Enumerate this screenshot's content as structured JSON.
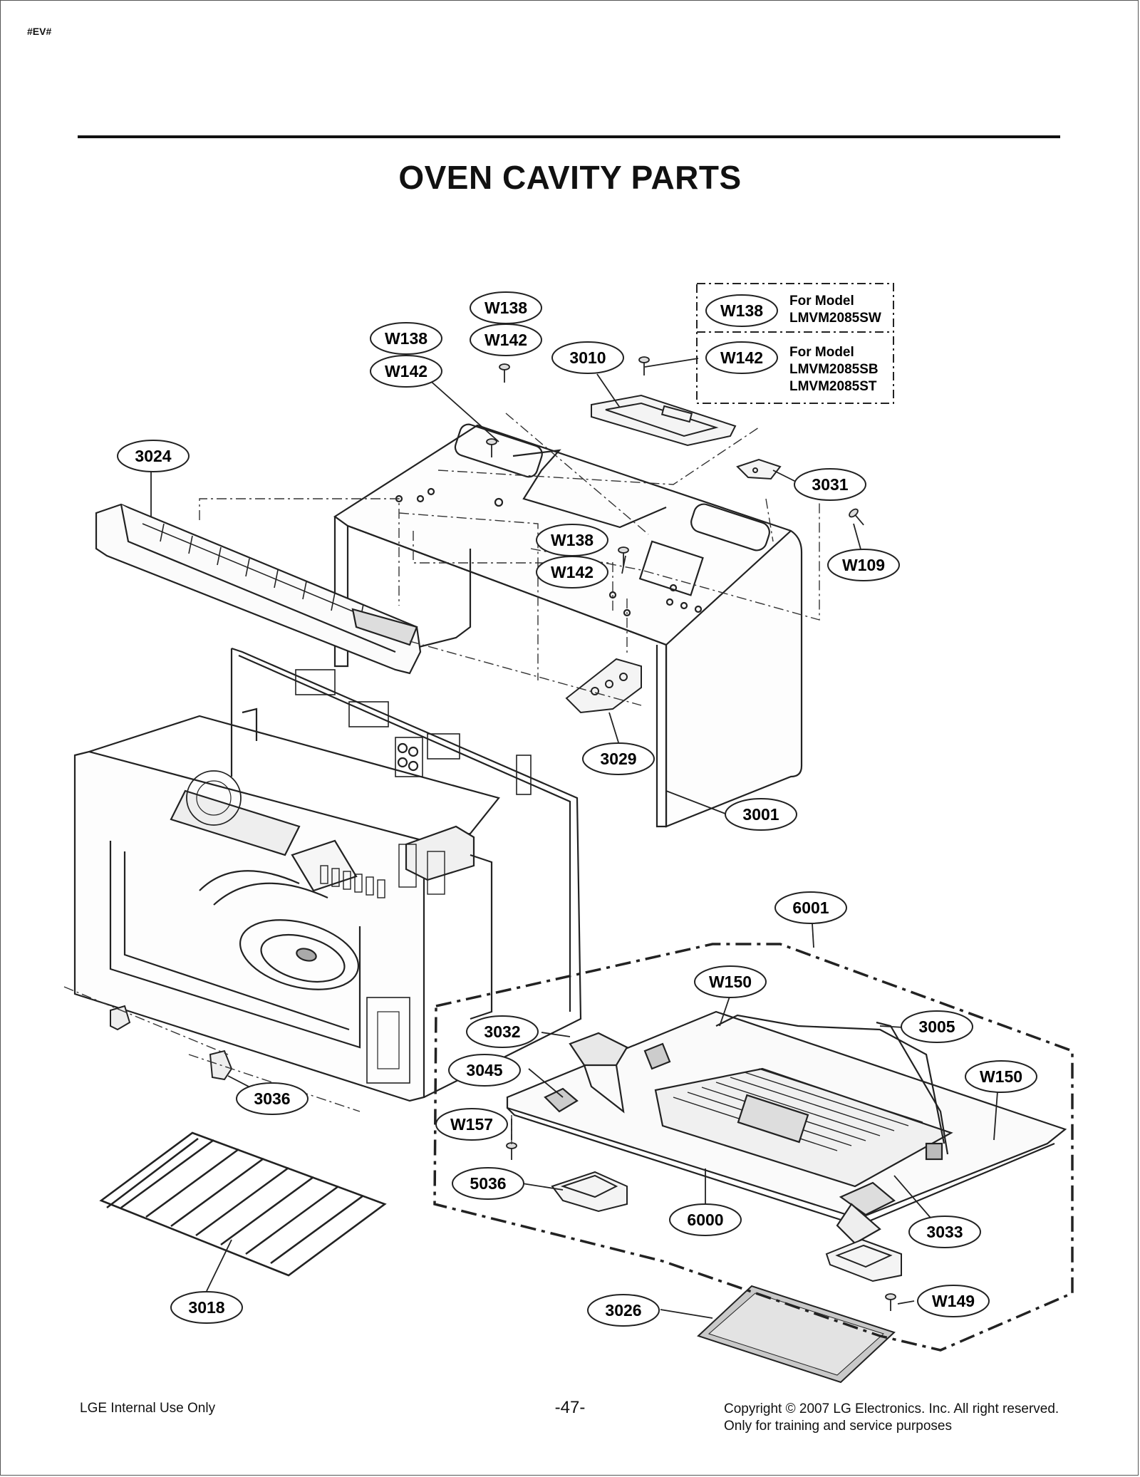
{
  "header": {
    "doc_tag": "#EV#",
    "title": "OVEN CAVITY PARTS"
  },
  "legend": {
    "entries": [
      {
        "part": "W138",
        "label_line1": "For Model",
        "label_line2": "LMVM2085SW",
        "label_line3": ""
      },
      {
        "part": "W142",
        "label_line1": "For Model",
        "label_line2": "LMVM2085SB",
        "label_line3": "LMVM2085ST"
      }
    ]
  },
  "callouts": [
    {
      "id": "c-w138-a",
      "label": "W138"
    },
    {
      "id": "c-w142-a",
      "label": "W142"
    },
    {
      "id": "c-w138-b",
      "label": "W138"
    },
    {
      "id": "c-w142-b",
      "label": "W142"
    },
    {
      "id": "c-3010",
      "label": "3010"
    },
    {
      "id": "c-3024",
      "label": "3024"
    },
    {
      "id": "c-3031",
      "label": "3031"
    },
    {
      "id": "c-w138-c",
      "label": "W138"
    },
    {
      "id": "c-w142-c",
      "label": "W142"
    },
    {
      "id": "c-w109",
      "label": "W109"
    },
    {
      "id": "c-3029",
      "label": "3029"
    },
    {
      "id": "c-3001",
      "label": "3001"
    },
    {
      "id": "c-6001",
      "label": "6001"
    },
    {
      "id": "c-w150-a",
      "label": "W150"
    },
    {
      "id": "c-3032",
      "label": "3032"
    },
    {
      "id": "c-3005",
      "label": "3005"
    },
    {
      "id": "c-3045",
      "label": "3045"
    },
    {
      "id": "c-w150-b",
      "label": "W150"
    },
    {
      "id": "c-w157",
      "label": "W157"
    },
    {
      "id": "c-3036",
      "label": "3036"
    },
    {
      "id": "c-5036",
      "label": "5036"
    },
    {
      "id": "c-6000",
      "label": "6000"
    },
    {
      "id": "c-3033",
      "label": "3033"
    },
    {
      "id": "c-3018",
      "label": "3018"
    },
    {
      "id": "c-3026",
      "label": "3026"
    },
    {
      "id": "c-w149",
      "label": "W149"
    }
  ],
  "footer": {
    "left": "LGE Internal Use Only",
    "page": "-47-",
    "right_line1": "Copyright © 2007 LG Electronics. Inc. All right reserved.",
    "right_line2": "Only for training and service purposes"
  }
}
